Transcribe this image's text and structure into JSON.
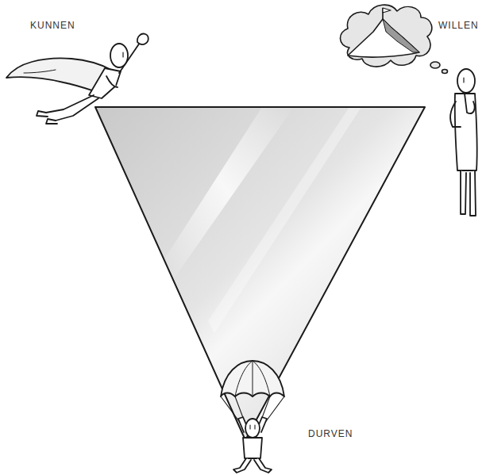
{
  "diagram": {
    "labels": [
      "KUNNEN",
      "WILLEN",
      "DURVEN"
    ]
  }
}
